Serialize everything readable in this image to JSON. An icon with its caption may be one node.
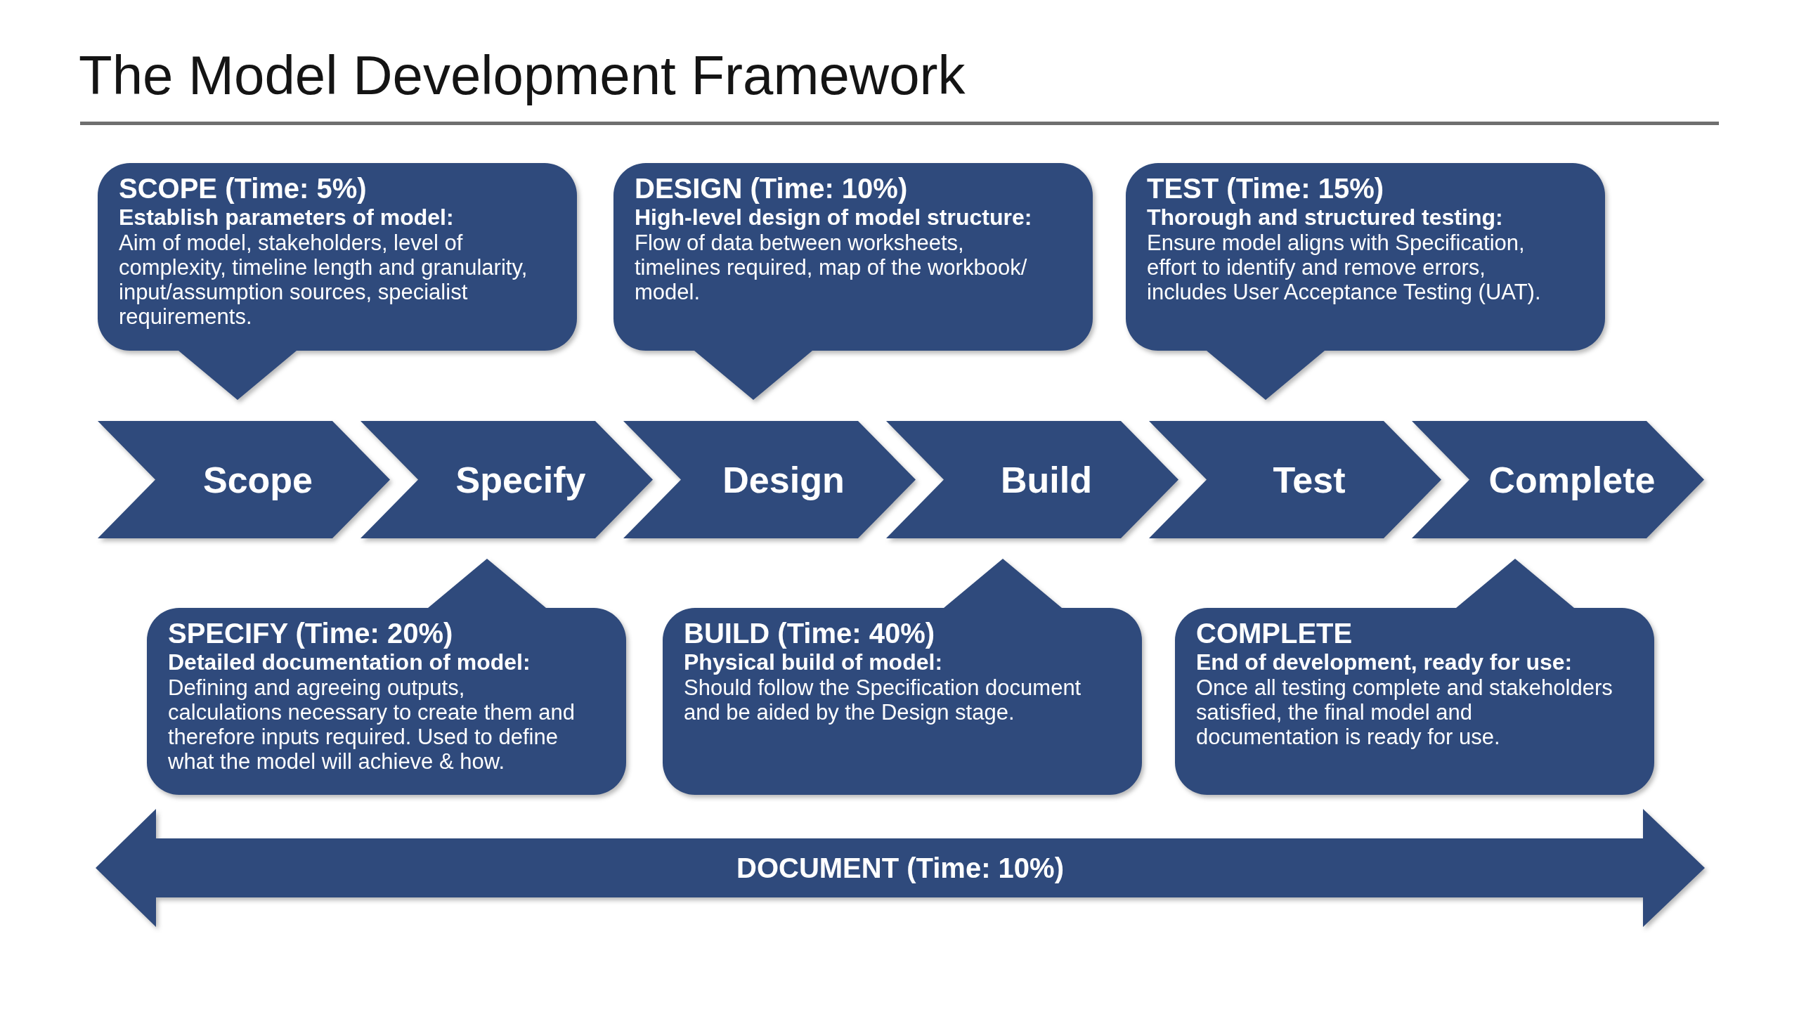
{
  "diagram": {
    "title": "The Model Development Framework",
    "nodes": [
      {
        "text": [
          "SCOPE (Time: 5%)",
          "Establish parameters of model:",
          "Aim of model, stakeholders, level of complexity, timeline length and granularity, input/assumption sources, specialist requirements."
        ]
      },
      {
        "text": [
          "DESIGN (Time: 10%)",
          "High-level design of model structure:",
          "Flow of data between worksheets, timelines required, map of the workbook/ model."
        ]
      },
      {
        "text": [
          "TEST (Time: 15%)",
          "Thorough and structured testing:",
          "Ensure model aligns with Specification, effort to identify and remove errors, includes User Acceptance Testing (UAT)."
        ]
      },
      {
        "text": [
          "Scope"
        ]
      },
      {
        "text": [
          "Specify"
        ]
      },
      {
        "text": [
          "Design"
        ]
      },
      {
        "text": [
          "Build"
        ]
      },
      {
        "text": [
          "Test"
        ]
      },
      {
        "text": [
          "Complete"
        ]
      },
      {
        "text": [
          "SPECIFY (Time: 20%)",
          "Detailed documentation of model:",
          "Defining and agreeing outputs, calculations necessary to create them and therefore inputs required. Used to define what the model will achieve & how."
        ]
      },
      {
        "text": [
          "BUILD (Time: 40%)",
          "Physical build of model:",
          "Should follow the Specification document and be aided by the Design stage."
        ]
      },
      {
        "text": [
          "COMPLETE",
          "End of development, ready for use:",
          "Once all testing complete and stakeholders satisfied, the final model and documentation is ready for use."
        ]
      },
      {
        "text": [
          "DOCUMENT (Time: 10%)"
        ]
      }
    ]
  }
}
